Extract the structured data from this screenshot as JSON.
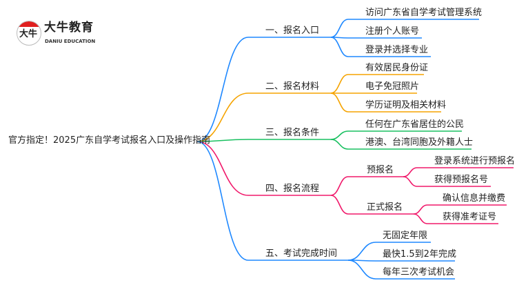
{
  "logo": {
    "mark": "大牛",
    "name": "大牛教育",
    "subtitle": "DANIU EDUCATION"
  },
  "root": "官方指定！2025广东自学考试报名入口及操作指南",
  "branches": [
    {
      "label": "一、报名入口",
      "color": "#1e88ff",
      "children": [
        {
          "label": "访问广东省自学考试管理系统"
        },
        {
          "label": "注册个人账号"
        },
        {
          "label": "登录并选择专业"
        }
      ]
    },
    {
      "label": "二、报名材料",
      "color": "#f5a300",
      "children": [
        {
          "label": "有效居民身份证"
        },
        {
          "label": "电子免冠照片"
        },
        {
          "label": "学历证明及相关材料"
        }
      ]
    },
    {
      "label": "三、报名条件",
      "color": "#19c060",
      "children": [
        {
          "label": "任何在广东省居住的公民"
        },
        {
          "label": "港澳、台湾同胞及外籍人士"
        }
      ]
    },
    {
      "label": "四、报名流程",
      "color": "#f0186a",
      "children": [
        {
          "label": "预报名",
          "children": [
            {
              "label": "登录系统进行预报名"
            },
            {
              "label": "获得预报名号"
            }
          ]
        },
        {
          "label": "正式报名",
          "children": [
            {
              "label": "确认信息并缴费"
            },
            {
              "label": "获得准考证号"
            }
          ]
        }
      ]
    },
    {
      "label": "五、考试完成时间",
      "color": "#1e88ff",
      "children": [
        {
          "label": "无固定年限"
        },
        {
          "label": "最快1.5到2年完成"
        },
        {
          "label": "每年三次考试机会"
        }
      ]
    }
  ]
}
